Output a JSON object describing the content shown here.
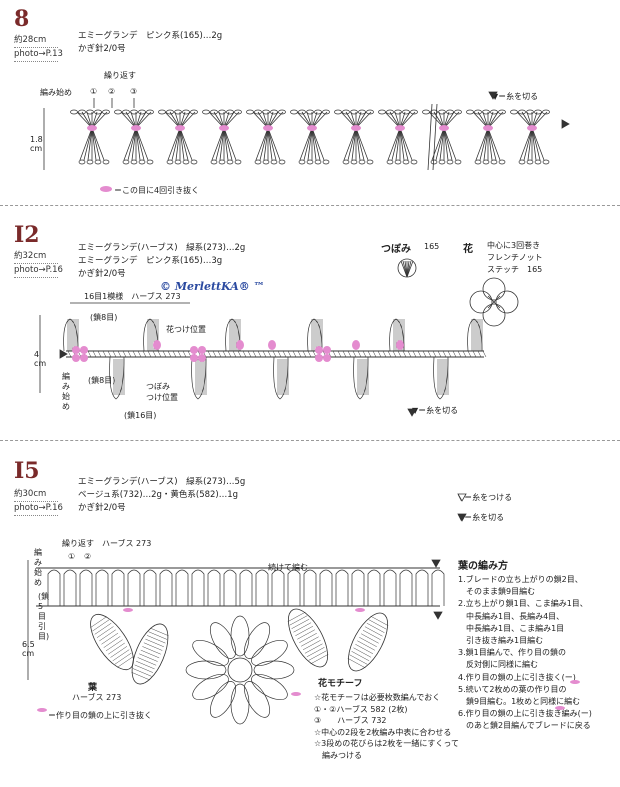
{
  "s8": {
    "num": "8",
    "size": "約28cm",
    "photo": "photo→P.13",
    "yarn": [
      "エミーグランデ　ピンク系(165)…2g",
      "かぎ針2/0号"
    ],
    "repeat": "繰り返す",
    "start": "編み始め",
    "marks": [
      "①",
      "②",
      "③"
    ],
    "cut": "▼＝糸を切る",
    "height": "1.8 cm",
    "legend": "＝この目に4回引き抜く"
  },
  "s12": {
    "num": "I2",
    "size": "約32cm",
    "photo": "photo→P.16",
    "yarn": [
      "エミーグランデ(ハーブス)　緑系(273)…2g",
      "エミーグランデ　ピンク系(165)…3g",
      "かぎ針2/0号"
    ],
    "copyright": "© MerlettKA® ™",
    "bud": "つぼみ",
    "bud_color": "165",
    "flower": "花",
    "flower_desc": [
      "中心に3回巻き",
      "フレンチノット",
      "ステッチ　165"
    ],
    "pattern": "16目1模様　ハーブス 273",
    "ch8a": "(鎖8目)",
    "ch8b": "(鎖8目)",
    "flower_pos": "花つけ位置",
    "bud_pos": [
      "つぼみ",
      "つけ位置"
    ],
    "ch16": "(鎖16目)",
    "start": "編み始め",
    "height": "4 cm",
    "cut": "▼＝糸を切る"
  },
  "s15": {
    "num": "I5",
    "size": "約30cm",
    "photo": "photo→P.16",
    "yarn": [
      "エミーグランデ(ハーブス)　緑系(273)…5g",
      "ベージュ系(732)…2g・黄色系(582)…1g",
      "かぎ針2/0号"
    ],
    "attach": "▽＝糸をつける",
    "cut": "▼＝糸を切る",
    "repeat": "繰り返す　ハーブス 273",
    "marks": [
      "①",
      "②"
    ],
    "start": "編み始め",
    "ch5": "(鎖5目引目)",
    "continue": "続けて編む",
    "height": "6.5 cm",
    "leaf": "葉",
    "leaf_color": "ハーブス 273",
    "motif": "花モチーフ",
    "motif_notes": [
      "☆花モチーフは必要枚数編んでおく",
      "①・②ハーブス 582 (2枚)",
      "③　　ハーブス 732",
      "☆中心の2段を2枚編み中表に合わせる",
      "☆3段めの花びらは2枚を一緒にすくって",
      "　編みつける"
    ],
    "legend": "＝作り目の鎖の上に引き抜く",
    "leaf_title": "葉の編み方",
    "leaf_steps": "1.ブレードの立ち上がりの鎖2目、\n　そのまま鎖9目編む\n2.立ち上がり鎖1目、こま編み1目、\n　中長編み1目、長編み4目、\n　中長編み1目、こま編み1目\n　引き抜き編み1目編む\n3.鎖1目編んで、作り目の鎖の\n　反対側に同様に編む\n4.作り目の鎖の上に引き抜く(ー)\n5.続いて2枚めの葉の作り目の\n　鎖9目編む。1枚めと同様に編む\n6.作り目の鎖の上に引き抜き編み(ー)\n　のあと鎖2目編んでブレードに戻る"
  },
  "colors": {
    "pink": "#e48ccf",
    "ink": "#333333",
    "title": "#7a2a2a"
  }
}
